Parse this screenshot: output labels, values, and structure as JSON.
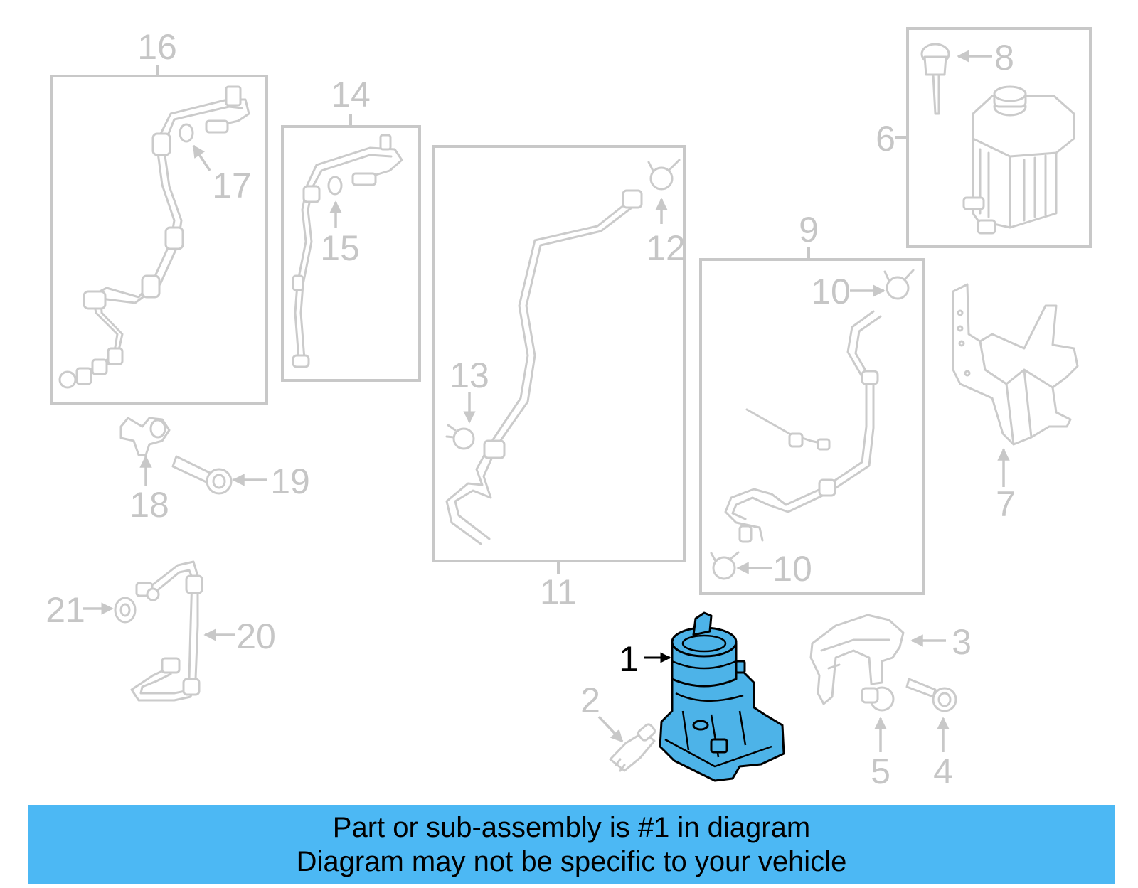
{
  "diagram": {
    "callouts": {
      "c1": "1",
      "c2": "2",
      "c3": "3",
      "c4": "4",
      "c5": "5",
      "c6": "6",
      "c7": "7",
      "c8": "8",
      "c9": "9",
      "c10a": "10",
      "c10b": "10",
      "c11": "11",
      "c12": "12",
      "c13": "13",
      "c14": "14",
      "c15": "15",
      "c16": "16",
      "c17": "17",
      "c18": "18",
      "c19": "19",
      "c20": "20",
      "c21": "21"
    },
    "highlight_color": "#4db3e8",
    "line_color": "#c8c8c8"
  },
  "banner": {
    "line1": "Part or sub-assembly is #1 in diagram",
    "line2": "Diagram may not be specific to your vehicle",
    "background": "#4cb8f4"
  }
}
